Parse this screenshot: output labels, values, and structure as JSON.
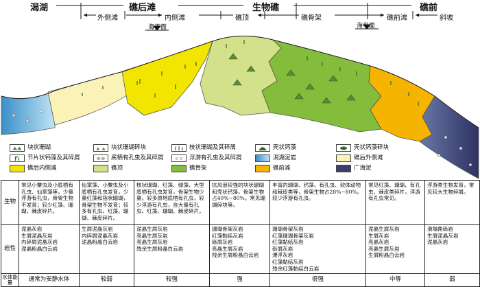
{
  "header": {
    "top_zones": [
      {
        "id": "lagoon",
        "label": "潟湖"
      },
      {
        "id": "backreef",
        "label": "礁后滩"
      },
      {
        "id": "reef",
        "label": "生物礁"
      },
      {
        "id": "forereef",
        "label": "礁前"
      }
    ],
    "sub_zones": [
      {
        "id": "outer-back",
        "label": "外侧滩"
      },
      {
        "id": "inner-back",
        "label": "内侧滩"
      },
      {
        "id": "crest",
        "label": "礁顶"
      },
      {
        "id": "framework",
        "label": "礁骨架"
      },
      {
        "id": "fore-shoal",
        "label": "礁前滩"
      },
      {
        "id": "slope",
        "label": "斜坡"
      }
    ],
    "sea_level_label": "海平面"
  },
  "legend": [
    {
      "id": "massive-coral",
      "label": "块状珊瑚",
      "swatch": "icon"
    },
    {
      "id": "massive-coral-debris",
      "label": "块状珊瑚碎块",
      "swatch": "icon"
    },
    {
      "id": "branching-coral",
      "label": "枝状珊瑚及其碎屑",
      "swatch": "icon"
    },
    {
      "id": "crust-algae",
      "label": "壳状钙藻",
      "swatch": "icon"
    },
    {
      "id": "crust-algae-debris",
      "label": "壳状钙藻碎块",
      "swatch": "icon"
    },
    {
      "id": "segmented-algae",
      "label": "节片状钙藻及其碎屑",
      "swatch": "icon"
    },
    {
      "id": "benthic-foram",
      "label": "底栖有孔虫及其碎屑",
      "swatch": "icon"
    },
    {
      "id": "planktonic-foram",
      "label": "浮游有孔虫及其碎屑",
      "swatch": "icon"
    },
    {
      "id": "lagoon-mud",
      "label": "潟湖泥岩",
      "swatch": "#7fc3e6"
    },
    {
      "id": "outer-back-fill",
      "label": "礁后外侧滩",
      "swatch": "#fbf2b8"
    },
    {
      "id": "inner-back-fill",
      "label": "礁后内侧滩",
      "swatch": "#f2e600"
    },
    {
      "id": "crest-fill",
      "label": "礁顶",
      "swatch": "#d3e28a"
    },
    {
      "id": "framework-fill",
      "label": "礁骨架",
      "swatch": "#84bc3c"
    },
    {
      "id": "fore-shoal-fill",
      "label": "礁前滩",
      "swatch": "#f4b400"
    },
    {
      "id": "basin-mud",
      "label": "广海泥",
      "swatch": "#3c3f6e"
    }
  ],
  "table": {
    "row_headers": [
      "生物",
      "岩性",
      "水体能量"
    ],
    "biota": [
      "常见小粟虫及小底栖有孔虫、仙掌藻等，少量浮游有孔虫，骨架生物不发育；较少红藻、珊瑚、棘皮碎片。",
      "仙掌藻、小粟虫及小底栖有孔虫发育，少量红藻和指状珊瑚，骨架生物不发育；较多有孔虫、红藻、珊瑚、棘皮碎片。",
      "枝状珊瑚、红藻、绿藻、大型底栖有孔虫发育，骨架生物少量。较多原地底栖有孔虫，较少浮游有孔虫，含大量有孔虫、红藻、珊瑚、棘皮碎片。",
      "抗风浪较强的块状珊瑚和壳状钙藻，骨架生物占40%~80%。常见珊瑚碎块等。",
      "丰富的珊瑚、钙藻、有孔虫、软体动物和棘皮类等，骨架生物占28%~80%。较少浮游有孔虫。",
      "常见红藻、珊瑚、有孔虫、棘皮类碎片，浮游有孔虫常见。",
      "浮游类生物发育，常见较大生物碎屑。"
    ],
    "lithology": [
      "泥晶灰岩\n生屑泥晶灰岩\n内碎屑泥晶灰岩\n泥晶粉晶白云岩",
      "生屑泥晶灰岩\n内碎屑泥晶灰岩\n泥晶粉晶白云岩",
      "泥晶生屑灰岩\n亮晶生屑灰岩\n亮晶生屑灰岩\n残余生屑粉晶白云岩",
      "珊瑚骨架灰岩\n红藻黏结灰岩\n砾屑灰岩\n亮晶生屑灰岩\n残余生屑粉晶白云岩",
      "珊瑚骨架灰岩\n红藻珊瑚骨架灰岩\n红藻黏结灰岩\n砾屑灰岩\n漂浮灰岩\n红藻黏结灰岩\n残余红藻黏结白云岩",
      "泥晶生屑灰岩\n生屑灰岩\n亮晶灰岩\n亮晶生屑灰岩\n生屑粉晶白云岩",
      "滑塌角砾岩\n生屑泥晶灰岩\n泥晶灰岩"
    ],
    "energy": [
      "通常为安静水体",
      "较弱",
      "较强",
      "强",
      "很强",
      "中等",
      "弱"
    ]
  }
}
